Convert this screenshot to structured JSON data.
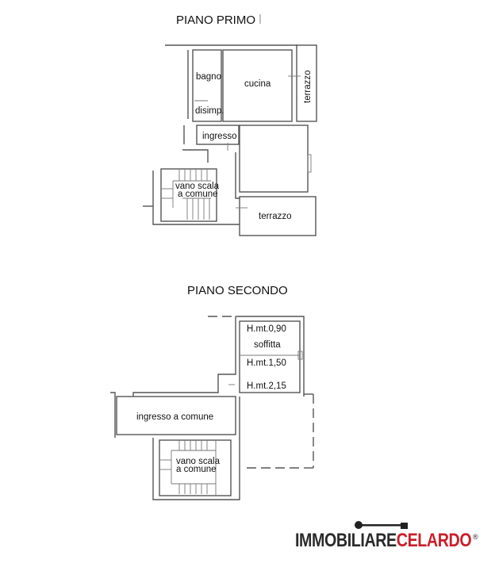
{
  "floors": [
    {
      "title": "PIANO PRIMO",
      "rooms": [
        "bagno",
        "cucina",
        "terrazzo",
        "disimp.",
        "ingresso",
        "vano scala",
        "a comune",
        "terrazzo"
      ]
    },
    {
      "title": "PIANO SECONDO",
      "rooms": [
        "H.mt.0,90",
        "soffitta",
        "H.mt.1,50",
        "H.mt.2,15",
        "ingresso a comune",
        "vano scala",
        "a comune"
      ]
    }
  ],
  "logo": {
    "part1": "IMMOBILIARE",
    "part2": "CELARDO",
    "mark": "®",
    "colors": {
      "dark": "#2a2a2a",
      "red": "#c8202b"
    }
  }
}
